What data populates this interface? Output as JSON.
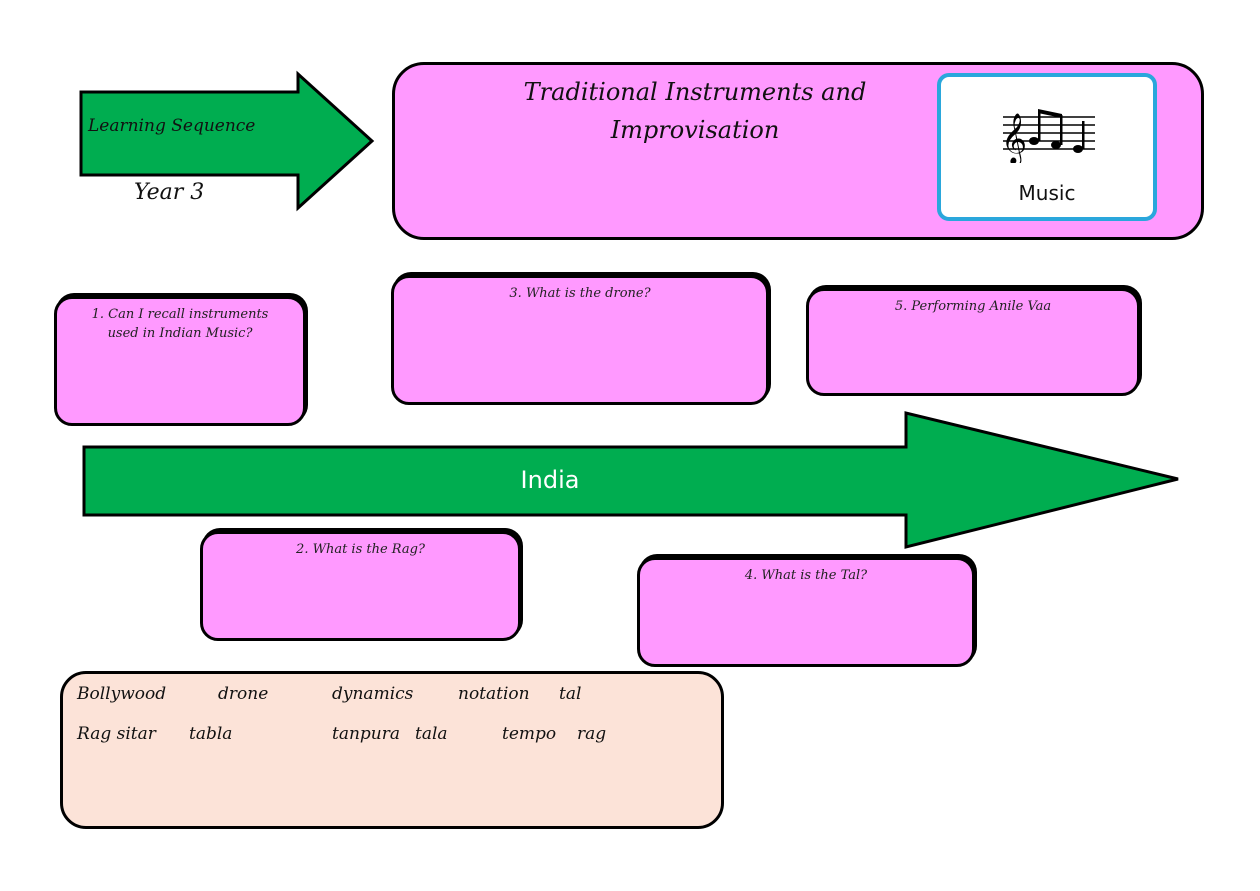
{
  "header": {
    "arrow_label": "Learning Sequence",
    "year": "Year 3",
    "title_line1": "Traditional Instruments and",
    "title_line2": "Improvisation",
    "subject_card": {
      "icon": "music-notes-icon",
      "label": "Music"
    }
  },
  "timeline": {
    "label": "India"
  },
  "lessons": [
    {
      "number": "1.",
      "text": "1.  Can I recall instruments used in Indian Music?",
      "line1": "1.  Can I recall instruments",
      "line2": "used in Indian Music?"
    },
    {
      "number": "2.",
      "text": "2. What is the Rag?"
    },
    {
      "number": "3.",
      "text": "3. What is the drone?"
    },
    {
      "number": "4.",
      "text": "4. What is the Tal?"
    },
    {
      "number": "5.",
      "text": "5. Performing Anile Vaa"
    }
  ],
  "vocabulary": {
    "row1": [
      "Bollywood",
      "drone",
      "dynamics",
      "notation",
      "tal"
    ],
    "row2": [
      "Rag sitar",
      "tabla",
      "tanpura",
      "tala",
      "tempo",
      "rag"
    ]
  },
  "colors": {
    "arrow_green": "#00ad50",
    "card_pink": "#ff99ff",
    "vocab_peach": "#fce3d8",
    "music_border": "#2aa7dc"
  }
}
